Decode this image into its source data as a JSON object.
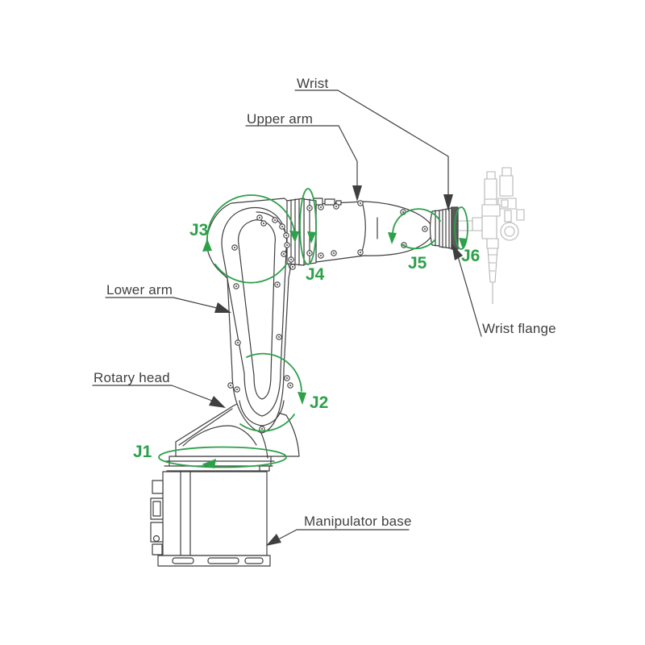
{
  "figure": {
    "type": "technical line diagram",
    "subject": "6-axis robot manipulator arm with part labels and joint rotation annotations"
  },
  "colors": {
    "background": "#ffffff",
    "line": "#3f3f3f",
    "annotation_green": "#2da04a",
    "tool_gray": "#b5b5b5"
  },
  "part_labels": {
    "wrist": "Wrist",
    "upper_arm": "Upper arm",
    "lower_arm": "Lower arm",
    "rotary_head": "Rotary head",
    "manipulator_base": "Manipulator base",
    "wrist_flange": "Wrist flange"
  },
  "joint_labels": {
    "j1": "J1",
    "j2": "J2",
    "j3": "J3",
    "j4": "J4",
    "j5": "J5",
    "j6": "J6"
  }
}
